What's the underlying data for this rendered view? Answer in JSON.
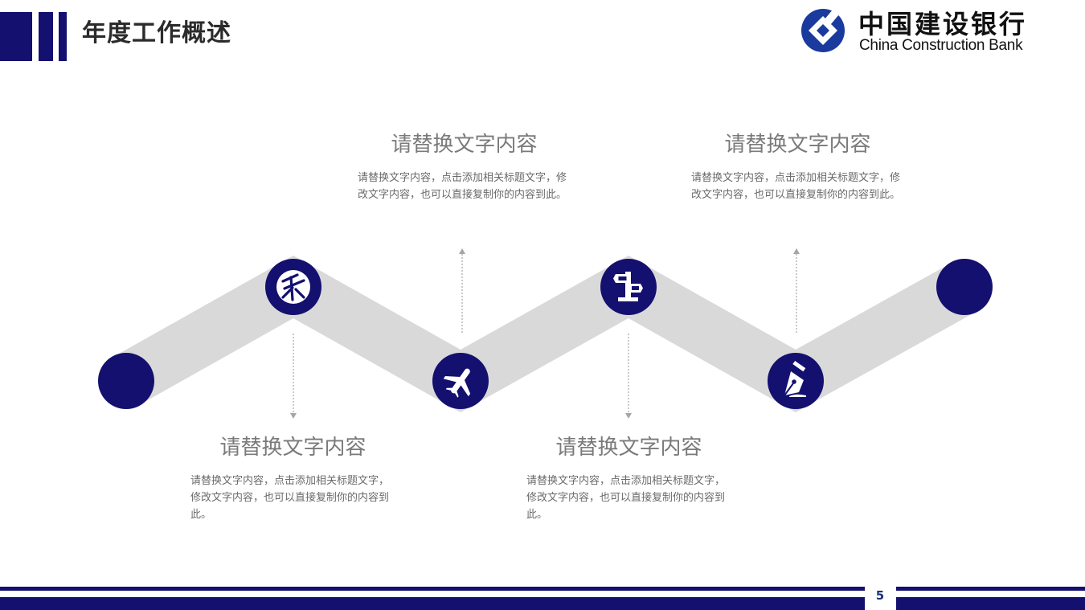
{
  "header": {
    "title": "年度工作概述",
    "logo": {
      "name_cn": "中国建设银行",
      "name_en": "China Construction Bank"
    }
  },
  "colors": {
    "primary": "#141070",
    "band": "#d9d9d9",
    "title_text": "#2b2b2b",
    "body_text": "#6a6a6a",
    "heading_text": "#7a7a7a",
    "arrow": "#a6a6a6"
  },
  "timeline": {
    "nodes": [
      {
        "icon": "end-dot",
        "position": "start"
      },
      {
        "icon": "ledger-icon",
        "position": "top"
      },
      {
        "icon": "airplane-icon",
        "position": "bottom"
      },
      {
        "icon": "signpost-icon",
        "position": "top"
      },
      {
        "icon": "fountain-pen-icon",
        "position": "bottom"
      },
      {
        "icon": "end-dot",
        "position": "end"
      }
    ],
    "items": [
      {
        "title": "请替换文字内容",
        "body": "请替换文字内容，点击添加相关标题文字，修改文字内容，也可以直接复制你的内容到此。"
      },
      {
        "title": "请替换文字内容",
        "body": "请替换文字内容，点击添加相关标题文字，修改文字内容，也可以直接复制你的内容到此。"
      },
      {
        "title": "请替换文字内容",
        "body": "请替换文字内容，点击添加相关标题文字，修改文字内容，也可以直接复制你的内容到此。"
      },
      {
        "title": "请替换文字内容",
        "body": "请替换文字内容，点击添加相关标题文字，修改文字内容，也可以直接复制你的内容到此。"
      }
    ]
  },
  "footer": {
    "page_number": "5"
  }
}
